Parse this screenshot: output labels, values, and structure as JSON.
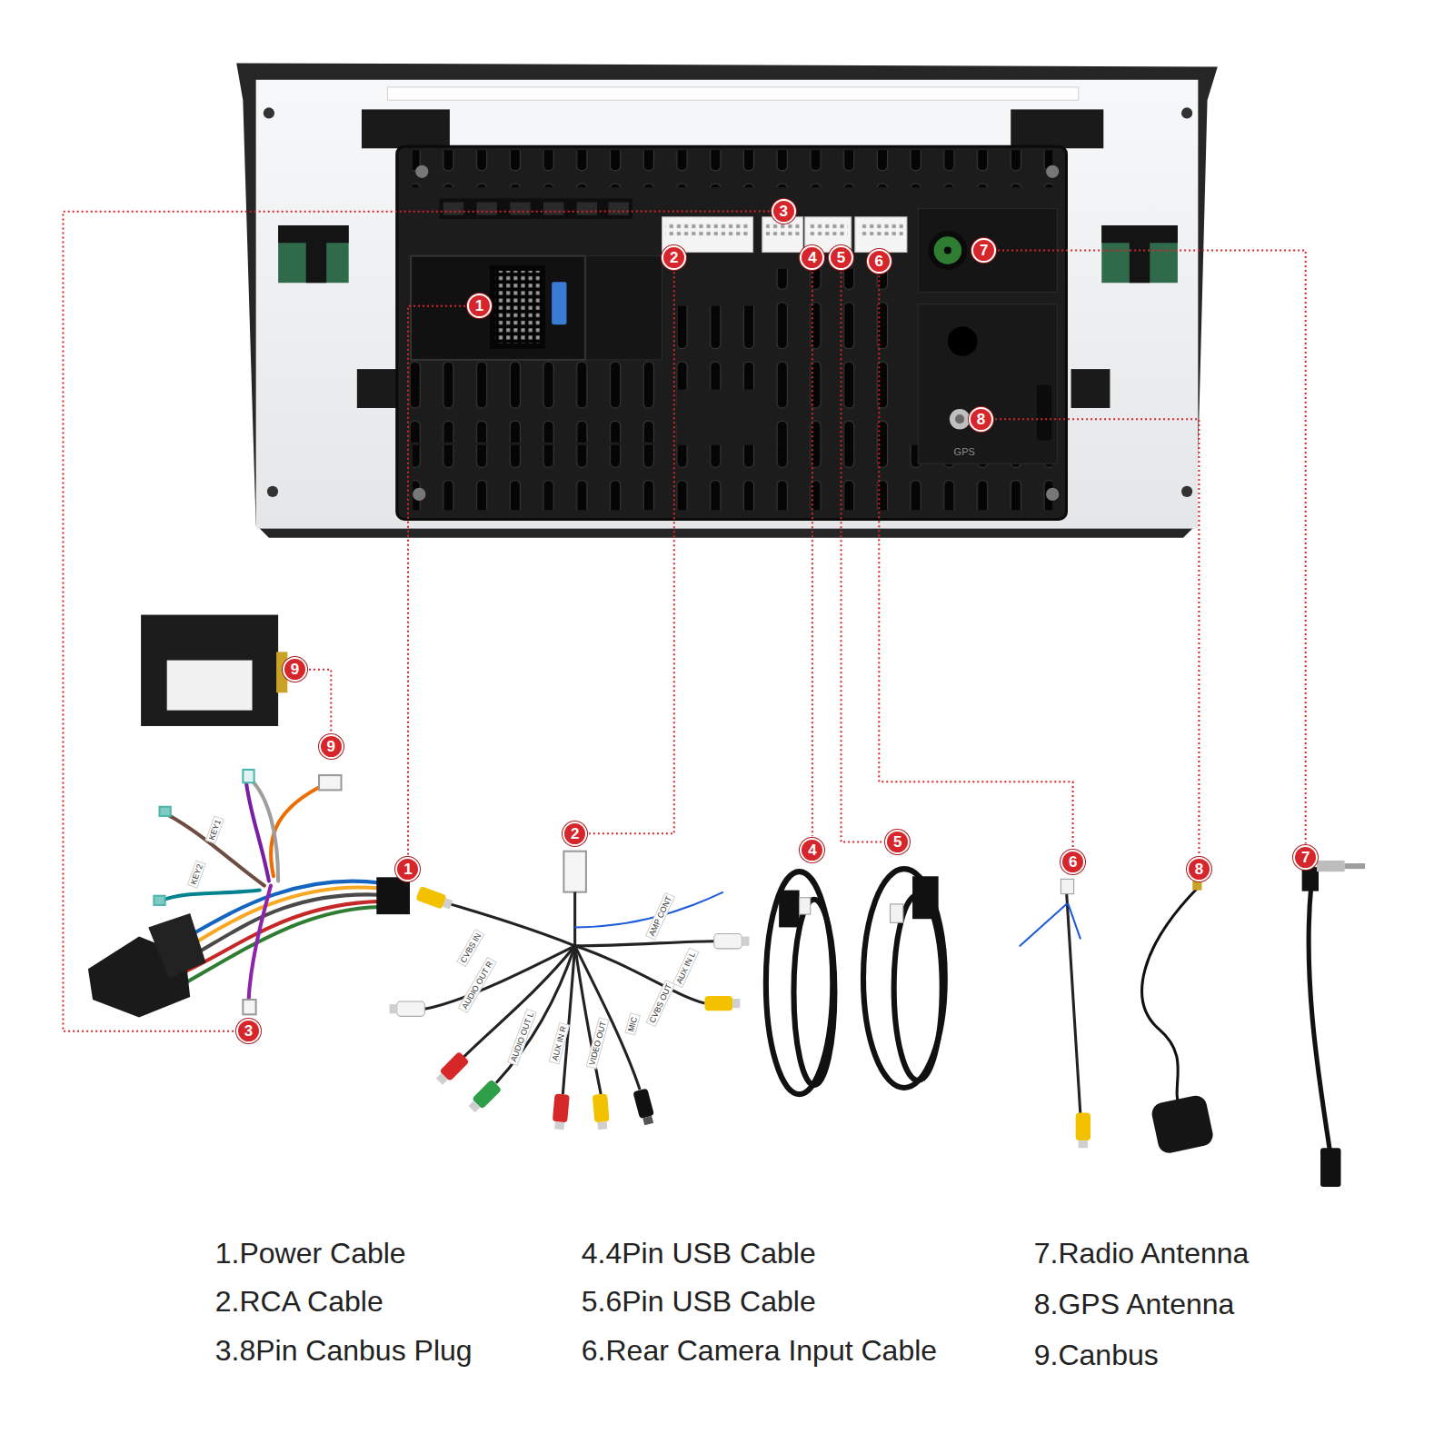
{
  "diagram": {
    "nodes": [
      {
        "text": [
          "3"
        ]
      },
      {
        "text": [
          "7"
        ]
      },
      {
        "text": [
          "2"
        ]
      },
      {
        "text": [
          "4"
        ]
      },
      {
        "text": [
          "5"
        ]
      },
      {
        "text": [
          "6"
        ]
      },
      {
        "text": [
          "1"
        ]
      },
      {
        "text": [
          "8"
        ]
      },
      {
        "text": [
          "9"
        ]
      },
      {
        "text": [
          "9"
        ]
      },
      {
        "text": [
          "2"
        ]
      },
      {
        "text": [
          "5"
        ]
      },
      {
        "text": [
          "4"
        ]
      },
      {
        "text": [
          "7"
        ]
      },
      {
        "text": [
          "6"
        ]
      },
      {
        "text": [
          "1"
        ]
      },
      {
        "text": [
          "8"
        ]
      },
      {
        "text": [
          "3"
        ]
      }
    ],
    "edges": [
      {
        "from": 0,
        "to": 17,
        "arrow": "none"
      },
      {
        "from": 1,
        "to": 13,
        "arrow": "none"
      },
      {
        "from": 2,
        "to": 10,
        "arrow": "none"
      },
      {
        "from": 3,
        "to": 12,
        "arrow": "none"
      },
      {
        "from": 4,
        "to": 11,
        "arrow": "none"
      },
      {
        "from": 5,
        "to": 14,
        "arrow": "none"
      },
      {
        "from": 6,
        "to": 15,
        "arrow": "none"
      },
      {
        "from": 7,
        "to": 16,
        "arrow": "none"
      },
      {
        "from": 8,
        "to": 9,
        "arrow": "none"
      }
    ],
    "labels": [
      "1.Power Cable",
      "2.RCA Cable",
      "3.8Pin Canbus Plug",
      "4.4Pin USB Cable",
      "5.6Pin USB Cable",
      "6.Rear Camera Input Cable",
      "7.Radio Antenna",
      "8.GPS Antenna",
      "9.Canbus",
      "GPS",
      "KEY1",
      "KEY2",
      "AMP CONT",
      "CVBS IN",
      "AUX IN L",
      "AUDIO OUT R",
      "CVBS OUT",
      "AUDIO OUT L",
      "AUX IN R",
      "VIDEO OUT",
      "MIC"
    ]
  }
}
